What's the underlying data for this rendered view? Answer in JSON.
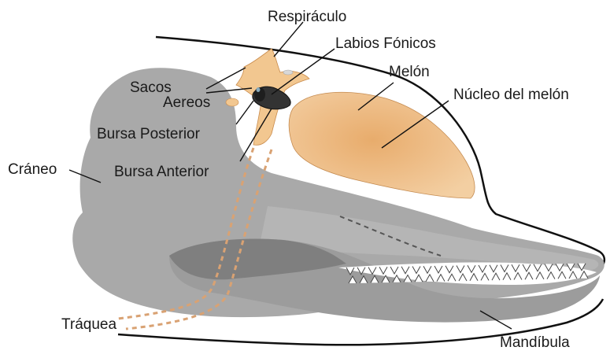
{
  "labels": {
    "respiraculo": "Respiráculo",
    "labios_fonicos": "Labios Fónicos",
    "melon": "Melón",
    "nucleo_melon": "Núcleo del melón",
    "sacos": "Sacos",
    "aereos": "Aereos",
    "bursa_posterior": "Bursa Posterior",
    "bursa_anterior": "Bursa Anterior",
    "craneo": "Cráneo",
    "traquea": "Tráquea",
    "mandibula": "Mandíbula"
  },
  "colors": {
    "bone": "#a8a8a8",
    "bone_light": "#bdbdbd",
    "bone_dark": "#8a8a8a",
    "melon": "#f0c593",
    "melon_core": "#e6a765",
    "nasal": "#f4cf9c",
    "outline": "#111111",
    "trachea_dash": "#d9a273"
  }
}
